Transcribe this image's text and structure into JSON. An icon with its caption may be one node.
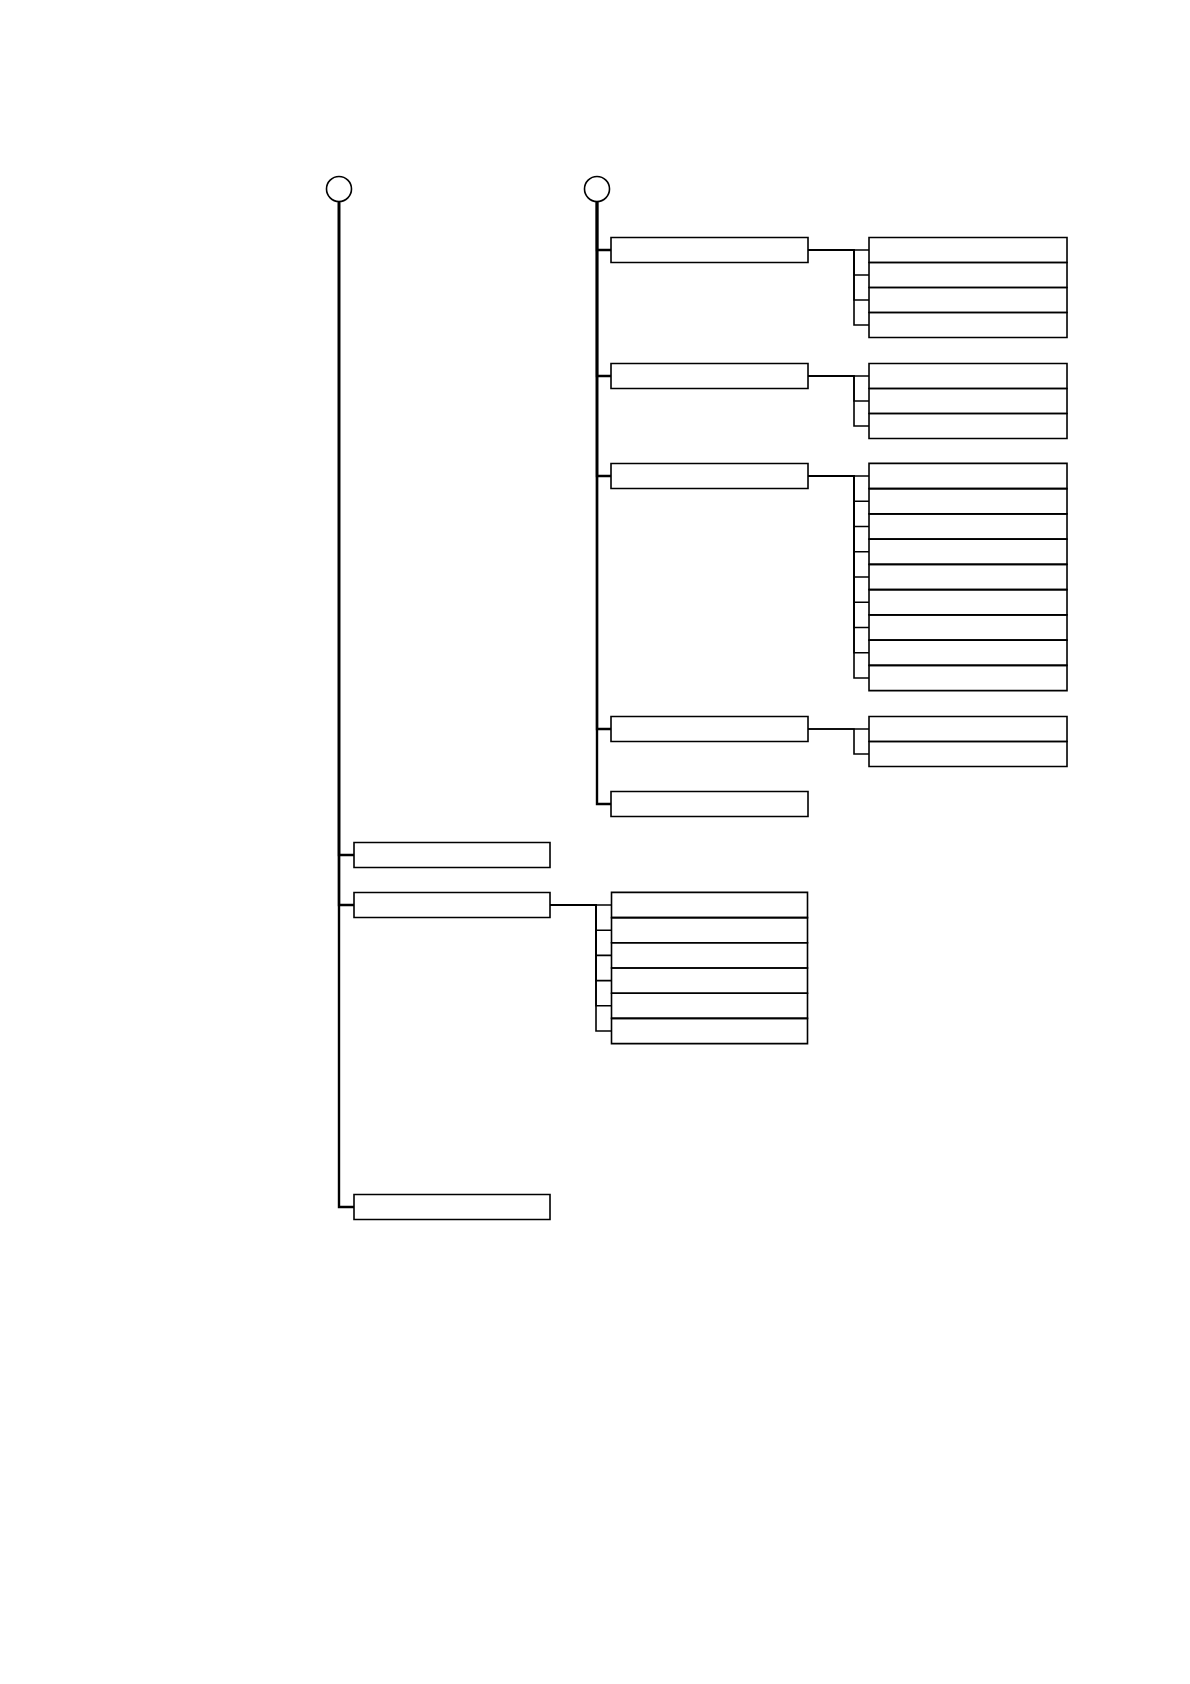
{
  "diagram": {
    "nodes": [
      {
        "text": [],
        "shape": "circle"
      },
      {
        "text": [],
        "shape": "circle"
      },
      {
        "text": [],
        "shape": "box"
      },
      {
        "text": [],
        "shape": "box"
      },
      {
        "text": [],
        "shape": "box"
      },
      {
        "text": [],
        "shape": "box"
      },
      {
        "text": [],
        "shape": "box"
      },
      {
        "text": [],
        "shape": "box"
      },
      {
        "text": [],
        "shape": "box"
      },
      {
        "text": [],
        "shape": "box"
      },
      {
        "text": [],
        "shape": "box"
      },
      {
        "text": [],
        "shape": "box"
      },
      {
        "text": [],
        "shape": "box"
      },
      {
        "text": [],
        "shape": "box"
      },
      {
        "text": [],
        "shape": "box"
      },
      {
        "text": [],
        "shape": "box"
      },
      {
        "text": [],
        "shape": "box"
      },
      {
        "text": [],
        "shape": "box"
      },
      {
        "text": [],
        "shape": "box"
      },
      {
        "text": [],
        "shape": "box"
      },
      {
        "text": [],
        "shape": "box"
      },
      {
        "text": [],
        "shape": "box"
      },
      {
        "text": [],
        "shape": "box"
      },
      {
        "text": [],
        "shape": "box"
      },
      {
        "text": [],
        "shape": "box"
      },
      {
        "text": [],
        "shape": "box"
      },
      {
        "text": [],
        "shape": "box"
      },
      {
        "text": [],
        "shape": "box"
      },
      {
        "text": [],
        "shape": "box"
      },
      {
        "text": [],
        "shape": "box"
      },
      {
        "text": [],
        "shape": "box"
      },
      {
        "text": [],
        "shape": "box"
      },
      {
        "text": [],
        "shape": "box"
      },
      {
        "text": [],
        "shape": "box"
      }
    ],
    "edges": [
      {
        "from": 1,
        "to": 2,
        "arrow": "none"
      },
      {
        "from": 2,
        "to": 3,
        "arrow": "none"
      },
      {
        "from": 2,
        "to": 4,
        "arrow": "none"
      },
      {
        "from": 2,
        "to": 5,
        "arrow": "none"
      },
      {
        "from": 2,
        "to": 6,
        "arrow": "none"
      },
      {
        "from": 1,
        "to": 7,
        "arrow": "none"
      },
      {
        "from": 7,
        "to": 8,
        "arrow": "none"
      },
      {
        "from": 7,
        "to": 9,
        "arrow": "none"
      },
      {
        "from": 7,
        "to": 10,
        "arrow": "none"
      },
      {
        "from": 1,
        "to": 11,
        "arrow": "none"
      },
      {
        "from": 11,
        "to": 12,
        "arrow": "none"
      },
      {
        "from": 11,
        "to": 13,
        "arrow": "none"
      },
      {
        "from": 11,
        "to": 14,
        "arrow": "none"
      },
      {
        "from": 11,
        "to": 15,
        "arrow": "none"
      },
      {
        "from": 11,
        "to": 16,
        "arrow": "none"
      },
      {
        "from": 11,
        "to": 17,
        "arrow": "none"
      },
      {
        "from": 11,
        "to": 18,
        "arrow": "none"
      },
      {
        "from": 11,
        "to": 19,
        "arrow": "none"
      },
      {
        "from": 11,
        "to": 20,
        "arrow": "none"
      },
      {
        "from": 1,
        "to": 21,
        "arrow": "none"
      },
      {
        "from": 21,
        "to": 22,
        "arrow": "none"
      },
      {
        "from": 21,
        "to": 23,
        "arrow": "none"
      },
      {
        "from": 1,
        "to": 24,
        "arrow": "none"
      },
      {
        "from": 0,
        "to": 25,
        "arrow": "none"
      },
      {
        "from": 0,
        "to": 26,
        "arrow": "none"
      },
      {
        "from": 26,
        "to": 27,
        "arrow": "none"
      },
      {
        "from": 26,
        "to": 28,
        "arrow": "none"
      },
      {
        "from": 26,
        "to": 29,
        "arrow": "none"
      },
      {
        "from": 26,
        "to": 30,
        "arrow": "none"
      },
      {
        "from": 26,
        "to": 31,
        "arrow": "none"
      },
      {
        "from": 26,
        "to": 32,
        "arrow": "none"
      },
      {
        "from": 0,
        "to": 33,
        "arrow": "none"
      }
    ]
  }
}
